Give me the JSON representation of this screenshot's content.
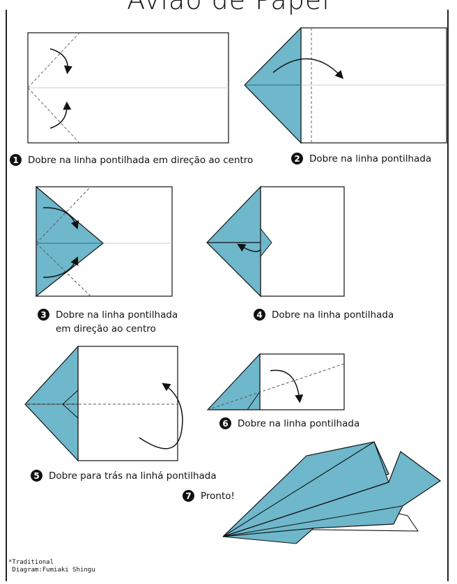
{
  "title": "Avião de Papel",
  "colors": {
    "paper_fold": "#6fb7cb",
    "outline": "#111111",
    "fold_line": "#cccccc"
  },
  "steps": [
    {
      "number": "1",
      "text": "Dobre na linha pontilhada em direção ao centro"
    },
    {
      "number": "2",
      "text": "Dobre na linha pontilhada"
    },
    {
      "number": "3",
      "line1": "Dobre na linha pontilhada",
      "line2": "em direção ao centro"
    },
    {
      "number": "4",
      "text": "Dobre na linha pontilhada"
    },
    {
      "number": "5",
      "text": "Dobre para trás na linhá pontilhada"
    },
    {
      "number": "6",
      "text": "Dobre na linha pontilhada"
    },
    {
      "number": "7",
      "text": "Pronto!"
    }
  ],
  "credits": {
    "line1": "*Traditional",
    "line2": " Diagram:Fumiaki Shingu"
  }
}
